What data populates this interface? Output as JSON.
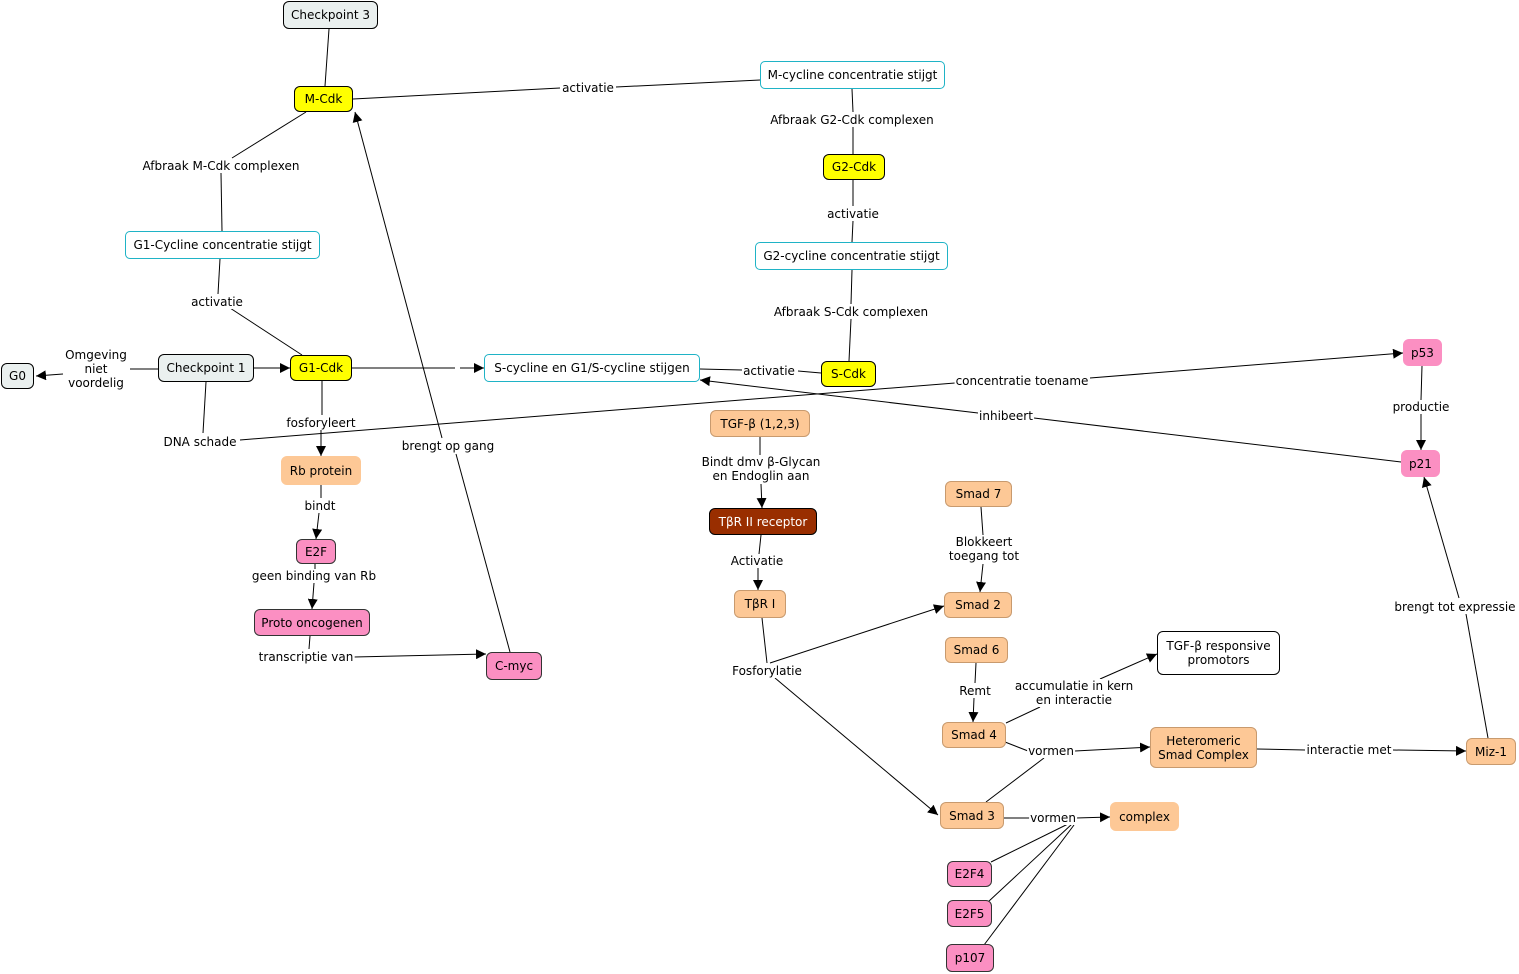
{
  "nodes": {
    "checkpoint3": "Checkpoint 3",
    "m_cdk": "M-Cdk",
    "m_cycline": "M-cycline concentratie stijgt",
    "g2_cdk": "G2-Cdk",
    "g2_cycline": "G2-cycline concentratie stijgt",
    "g1_cycline": "G1-Cycline concentratie stijgt",
    "g0": "G0",
    "checkpoint1": "Checkpoint 1",
    "g1_cdk": "G1-Cdk",
    "s_cycline": "S-cycline en G1/S-cycline stijgen",
    "s_cdk": "S-Cdk",
    "p53": "p53",
    "p21": "p21",
    "tgf_beta": "TGF-β (1,2,3)",
    "rb_protein": "Rb protein",
    "tbr2": "TβR II receptor",
    "smad7": "Smad 7",
    "e2f": "E2F",
    "proto_oncogenen": "Proto oncogenen",
    "tbr1": "TβR I",
    "smad2": "Smad 2",
    "c_myc": "C-myc",
    "smad6": "Smad 6",
    "tgf_promotors_line1": "TGF-β responsive",
    "tgf_promotors_line2": "promotors",
    "smad4": "Smad 4",
    "heteromeric_line1": "Heteromeric",
    "heteromeric_line2": "Smad Complex",
    "miz1": "Miz-1",
    "smad3": "Smad 3",
    "complex": "complex",
    "e2f4": "E2F4",
    "e2f5": "E2F5",
    "p107": "p107"
  },
  "labels": {
    "activatie_top": "activatie",
    "afbraak_g2": "Afbraak G2-Cdk complexen",
    "afbraak_m": "Afbraak M-Cdk complexen",
    "activatie_g2": "activatie",
    "activatie_g1": "activatie",
    "afbraak_s": "Afbraak S-Cdk complexen",
    "omgeving_line1": "Omgeving",
    "omgeving_line2": "niet",
    "omgeving_line3": "voordelig",
    "activatie_s": "activatie",
    "concentratie_toename": "concentratie toename",
    "dna_schade": "DNA schade",
    "fosforyleert": "fosforyleert",
    "inhibeert": "inhibeert",
    "productie": "productie",
    "brengt_op_gang": "brengt op gang",
    "bindt_dmv_line1": "Bindt dmv β-Glycan",
    "bindt_dmv_line2": "en Endoglin aan",
    "bindt": "bindt",
    "blokkeert_line1": "Blokkeert",
    "blokkeert_line2": "toegang tot",
    "activatie_tbr": "Activatie",
    "geen_binding": "geen binding van Rb",
    "brengt_tot_expressie": "brengt tot expressie",
    "transcriptie_van": "transcriptie van",
    "fosforylatie": "Fosforylatie",
    "remt": "Remt",
    "accumulatie_line1": "accumulatie in kern",
    "accumulatie_line2": "en interactie",
    "vormen_smad4": "vormen",
    "interactie_met": "interactie met",
    "vormen_smad3": "vormen"
  },
  "colors": {
    "concept_border_cyan": "#1fb3c6",
    "checkpoint_fill": "#eaf0ef",
    "cdk_fill": "#ffff00",
    "smad_fill": "#fdc896",
    "pink_fill": "#fb8fc2",
    "receptor_fill": "#992e00"
  }
}
